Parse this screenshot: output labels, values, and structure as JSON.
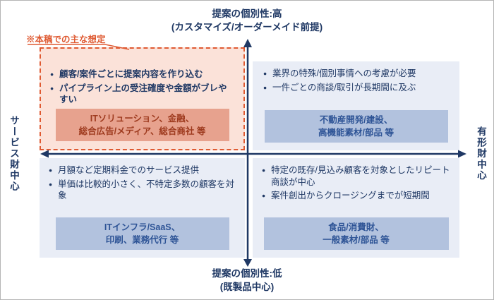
{
  "note": {
    "label": "※本稿での主な想定"
  },
  "axis": {
    "top_title": "提案の個別性:高",
    "top_subtitle": "(カスタマイズ/オーダーメイド前提)",
    "bottom_title": "提案の個別性:低",
    "bottom_subtitle": "(既製品中心)",
    "left_label": "サービス財中心",
    "right_label": "有形財中心"
  },
  "quadrants": {
    "top_left": {
      "bullets": [
        "顧客/案件ごとに提案内容を作り込む",
        "パイプライン上の受注確度や金額がブレやすい"
      ],
      "industry_lines": [
        "ITソリューション、金融、",
        "総合広告/メディア、総合商社 等"
      ]
    },
    "top_right": {
      "bullets": [
        "業界の特殊/個別事情への考慮が必要",
        "一件ごとの商談/取引が長期間に及ぶ"
      ],
      "industry_lines": [
        "不動産開発/建設、",
        "高機能素材/部品 等"
      ]
    },
    "bottom_left": {
      "bullets": [
        "月額など定期料金でのサービス提供",
        "単価は比較的小さく、不特定多数の顧客を対象"
      ],
      "industry_lines": [
        "ITインフラ/SaaS、",
        "印刷、業務代行 等"
      ]
    },
    "bottom_right": {
      "bullets": [
        "特定の既存/見込み顧客を対象としたリピート商談が中心",
        "案件創出からクロージングまでが短期間"
      ],
      "industry_lines": [
        "食品/消費財、",
        "一般素材/部品 等"
      ]
    }
  },
  "glyphs": {
    "bullet": "●"
  },
  "colors": {
    "axis_navy": "#1f3864",
    "panel_blue": "#e9edf6",
    "panel_pink": "#fbe2d9",
    "accent_orange": "#df5a32",
    "chip_blue_bg": "#b2c2de",
    "chip_blue_text": "#2e5496",
    "chip_salmon_bg": "#e7a28e",
    "chip_salmon_text": "#9e3a1e"
  }
}
